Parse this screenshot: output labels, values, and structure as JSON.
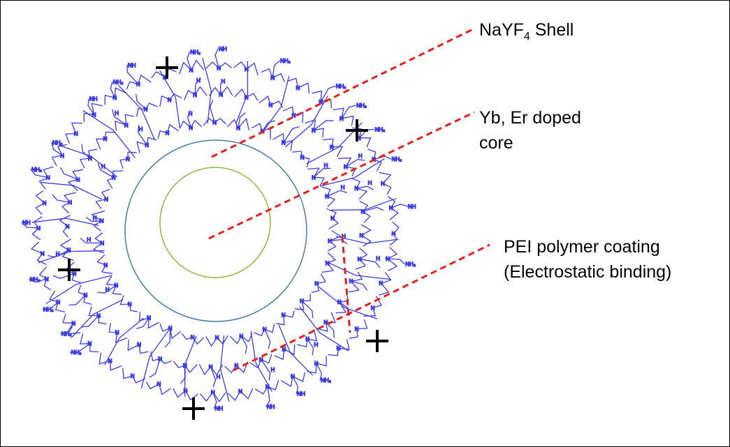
{
  "diagram": {
    "labels": {
      "shell_main": "NaYF",
      "shell_sub": "4",
      "shell_rest": " Shell",
      "core_line1": "Yb, Er doped",
      "core_line2": "core",
      "pei_line1": "PEI polymer coating",
      "pei_line2": "(Electrostatic binding)"
    },
    "charge_symbol": "+",
    "polymer_atoms": {
      "nitrogen": "N",
      "amine": "NH",
      "amine2": "NH₂",
      "hydrogen": "H"
    },
    "colors": {
      "leader": "#e0201c",
      "shell_outline": "#4a7aa8",
      "core_outline": "#8ab840",
      "polymer": "#3a3ae0",
      "charge": "#000000",
      "text": "#000000"
    }
  }
}
